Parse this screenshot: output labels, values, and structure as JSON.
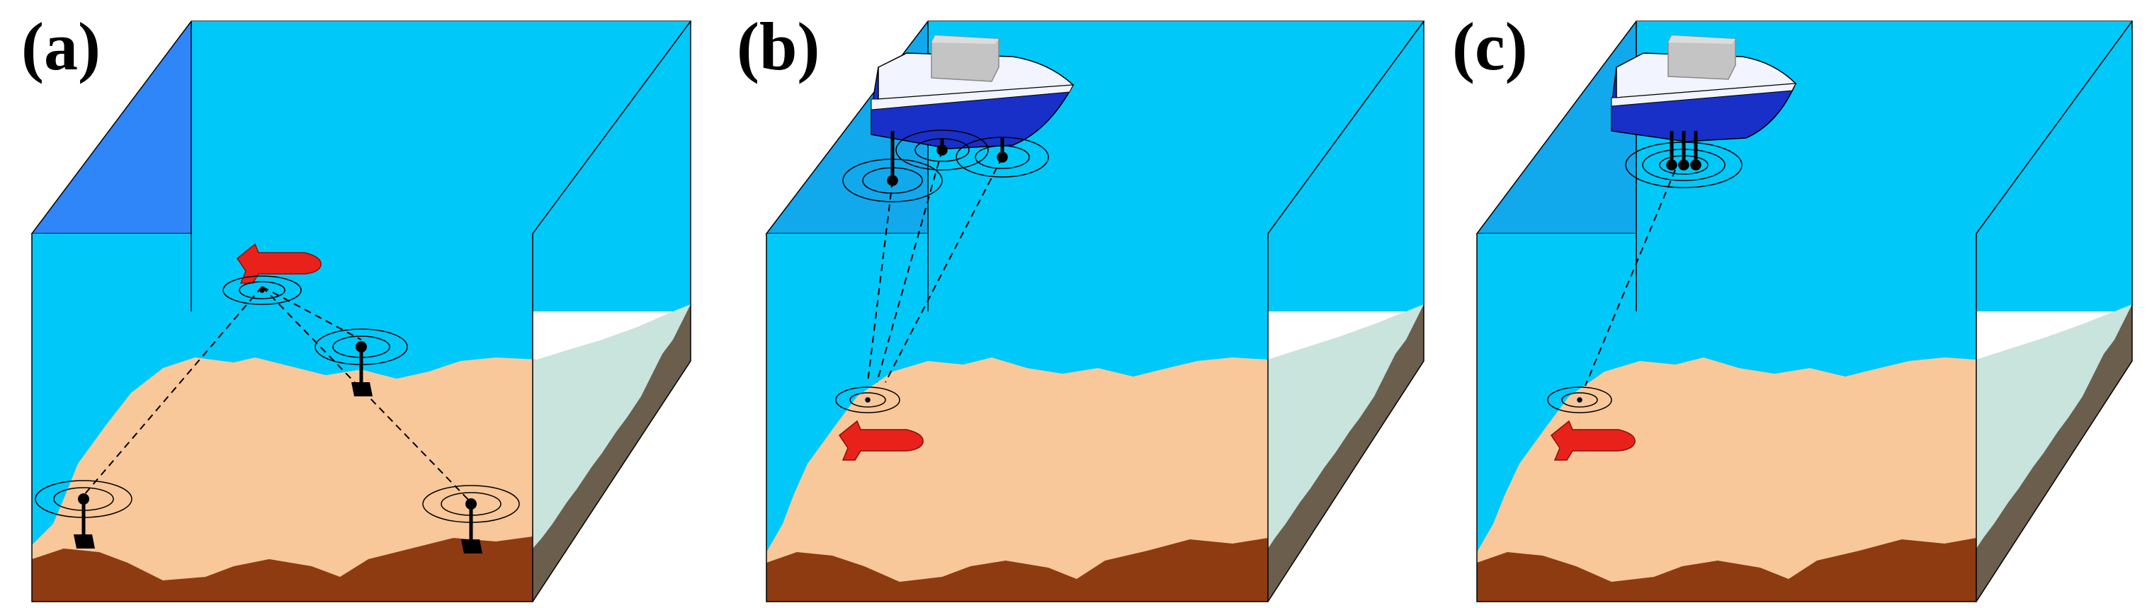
{
  "panels": [
    {
      "label": "(a)",
      "scenario": "lbl-seafloor-beacons",
      "beacons": 3,
      "vehicle": "auv"
    },
    {
      "label": "(b)",
      "scenario": "sbl-ship-hull-transducers",
      "beacons": 3,
      "vehicle": "auv"
    },
    {
      "label": "(c)",
      "scenario": "usbl-ship-array",
      "beacons": 1,
      "vehicle": "auv"
    }
  ],
  "colors": {
    "water_top_a": "#2f86f8",
    "water_top": "#12a8ec",
    "water_front": "#00c8f8",
    "seabed": "#f8c79a",
    "sediment": "#8e3b12",
    "side_water": "#c9e3dd",
    "side_rock": "#6b5e4c",
    "auv": "#e8221a",
    "ship_hull": "#1830c8",
    "ship_deck": "#f2f4ff",
    "cabin": "#c4c4c4",
    "lines": "#000000"
  }
}
